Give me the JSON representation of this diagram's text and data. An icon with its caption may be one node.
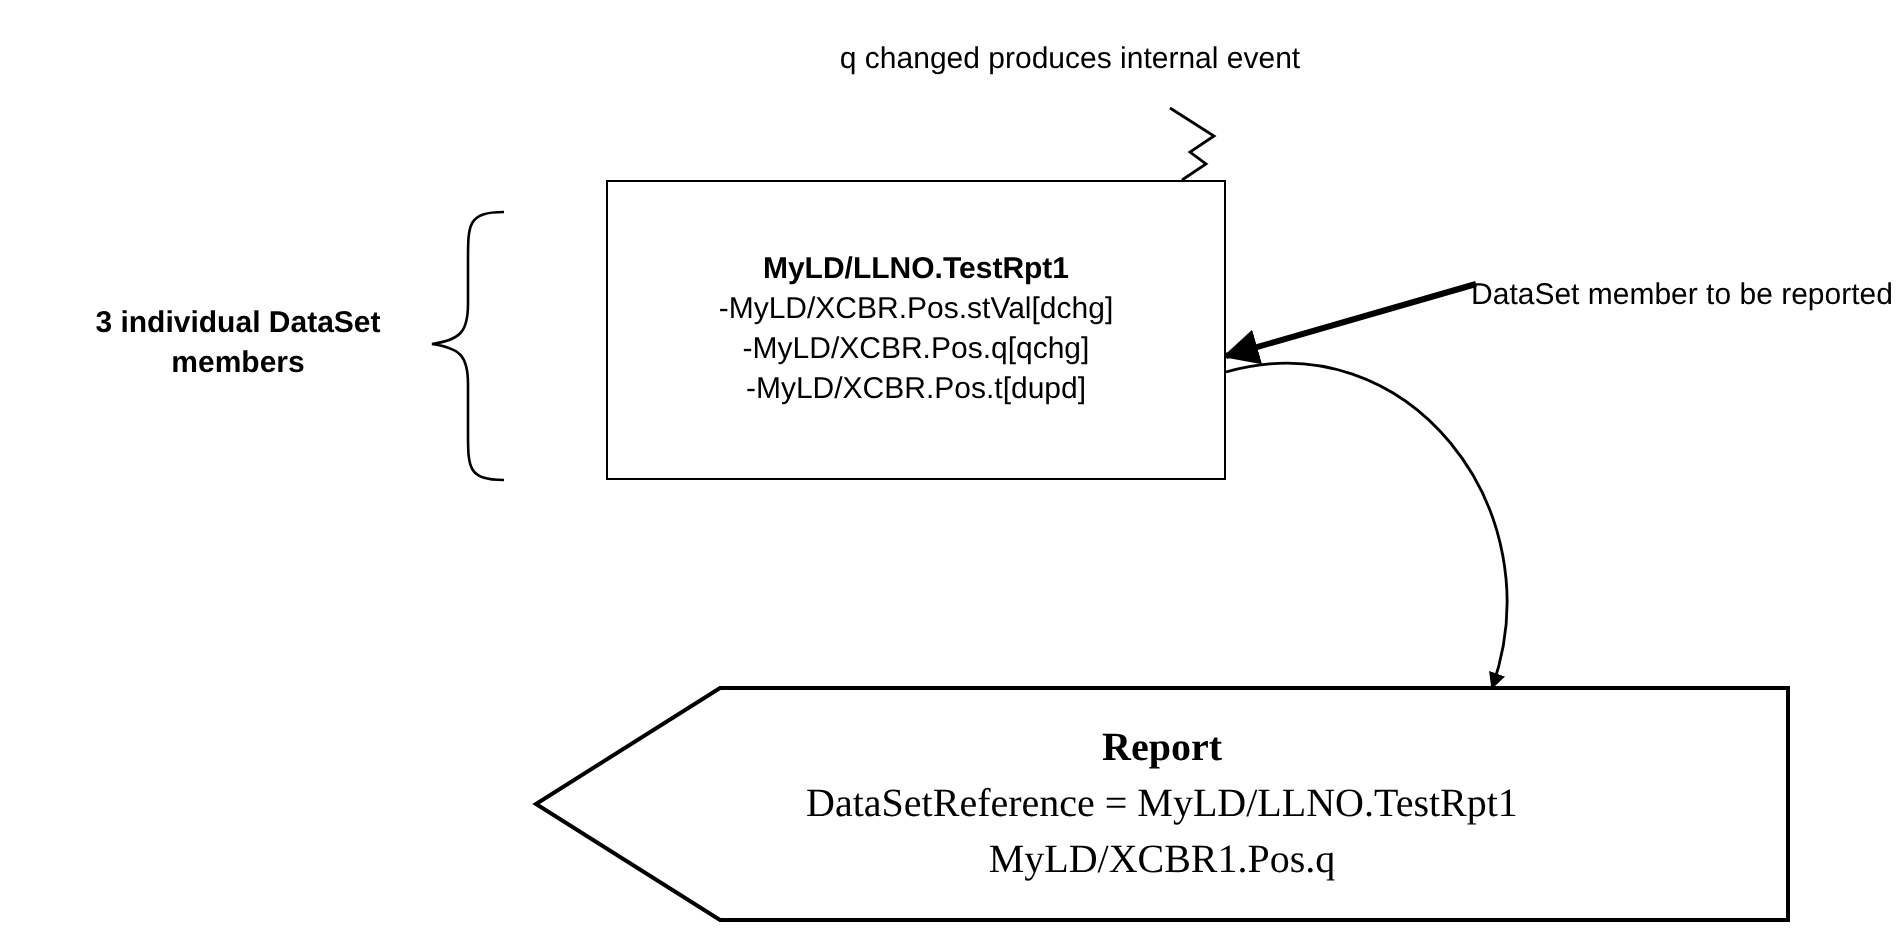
{
  "diagram": {
    "nodes": [
      {
        "text": [
          "q changed produces internal event"
        ]
      },
      {
        "text": [
          "MyLD/LLNO.TestRpt1",
          "-MyLD/XCBR.Pos.stVal[dchg]",
          "-MyLD/XCBR.Pos.q[qchg]",
          "-MyLD/XCBR.Pos.t[dupd]"
        ]
      },
      {
        "text": [
          "DataSet member to be reported"
        ]
      },
      {
        "text": [
          "Report",
          "DataSetReference = MyLD/LLNO.TestRpt1",
          "MyLD/XCBR1.Pos.q"
        ]
      }
    ],
    "edges": [
      {
        "from": 0,
        "to": 1,
        "arrow": "none"
      },
      {
        "from": 2,
        "to": 1,
        "arrow": "to",
        "style": "thick"
      },
      {
        "from": 1,
        "to": 3,
        "arrow": "to"
      }
    ],
    "labels": [
      "3 individual DataSet members"
    ]
  }
}
